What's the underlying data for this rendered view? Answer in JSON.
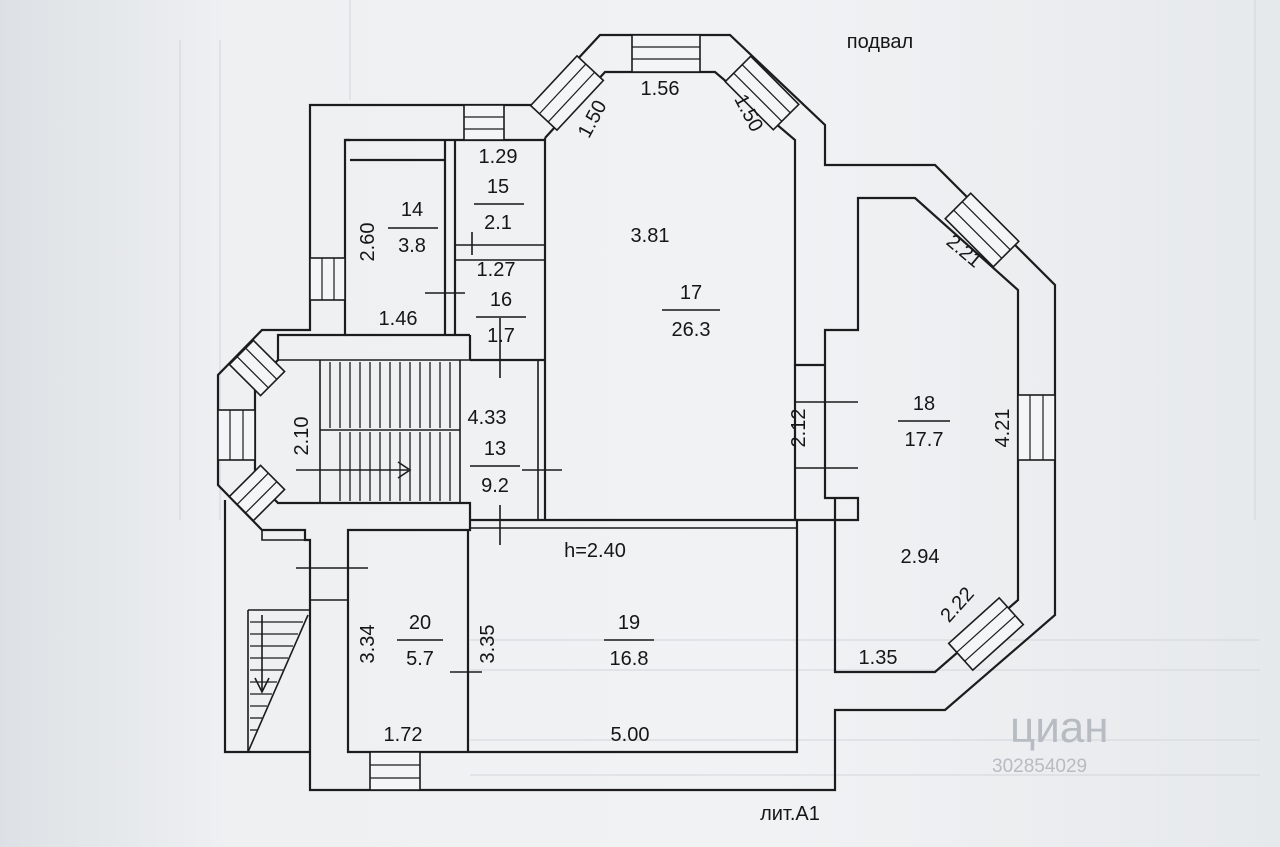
{
  "header": {
    "floor_label": "подвал"
  },
  "footer": {
    "building_label": "лит.А1"
  },
  "ceiling_height": "h=2.40",
  "rooms": {
    "r13": {
      "number": "13",
      "area": "9.2"
    },
    "r14": {
      "number": "14",
      "area": "3.8"
    },
    "r15": {
      "number": "15",
      "area": "2.1"
    },
    "r16": {
      "number": "16",
      "area": "1.7"
    },
    "r17": {
      "number": "17",
      "area": "26.3"
    },
    "r18": {
      "number": "18",
      "area": "17.7"
    },
    "r19": {
      "number": "19",
      "area": "16.8"
    },
    "r20": {
      "number": "20",
      "area": "5.7"
    }
  },
  "dimensions": {
    "d1_56": "1.56",
    "d1_50_left": "1.50",
    "d1_50_right": "1.50",
    "d1_29": "1.29",
    "d3_81": "3.81",
    "d2_60": "2.60",
    "d1_27": "1.27",
    "d1_46": "1.46",
    "d2_21": "2.21",
    "d4_33": "4.33",
    "d2_10": "2.10",
    "d2_12": "2.12",
    "d4_21": "4.21",
    "d2_94": "2.94",
    "d2_22": "2.22",
    "d1_35": "1.35",
    "d3_34": "3.34",
    "d3_35": "3.35",
    "d1_72": "1.72",
    "d5_00": "5.00"
  },
  "watermark": {
    "brand": "циан",
    "code": "302854029"
  },
  "icons": {
    "stair_arrow": "arrow-right-icon",
    "stair_arrow_down": "arrow-down-icon"
  }
}
